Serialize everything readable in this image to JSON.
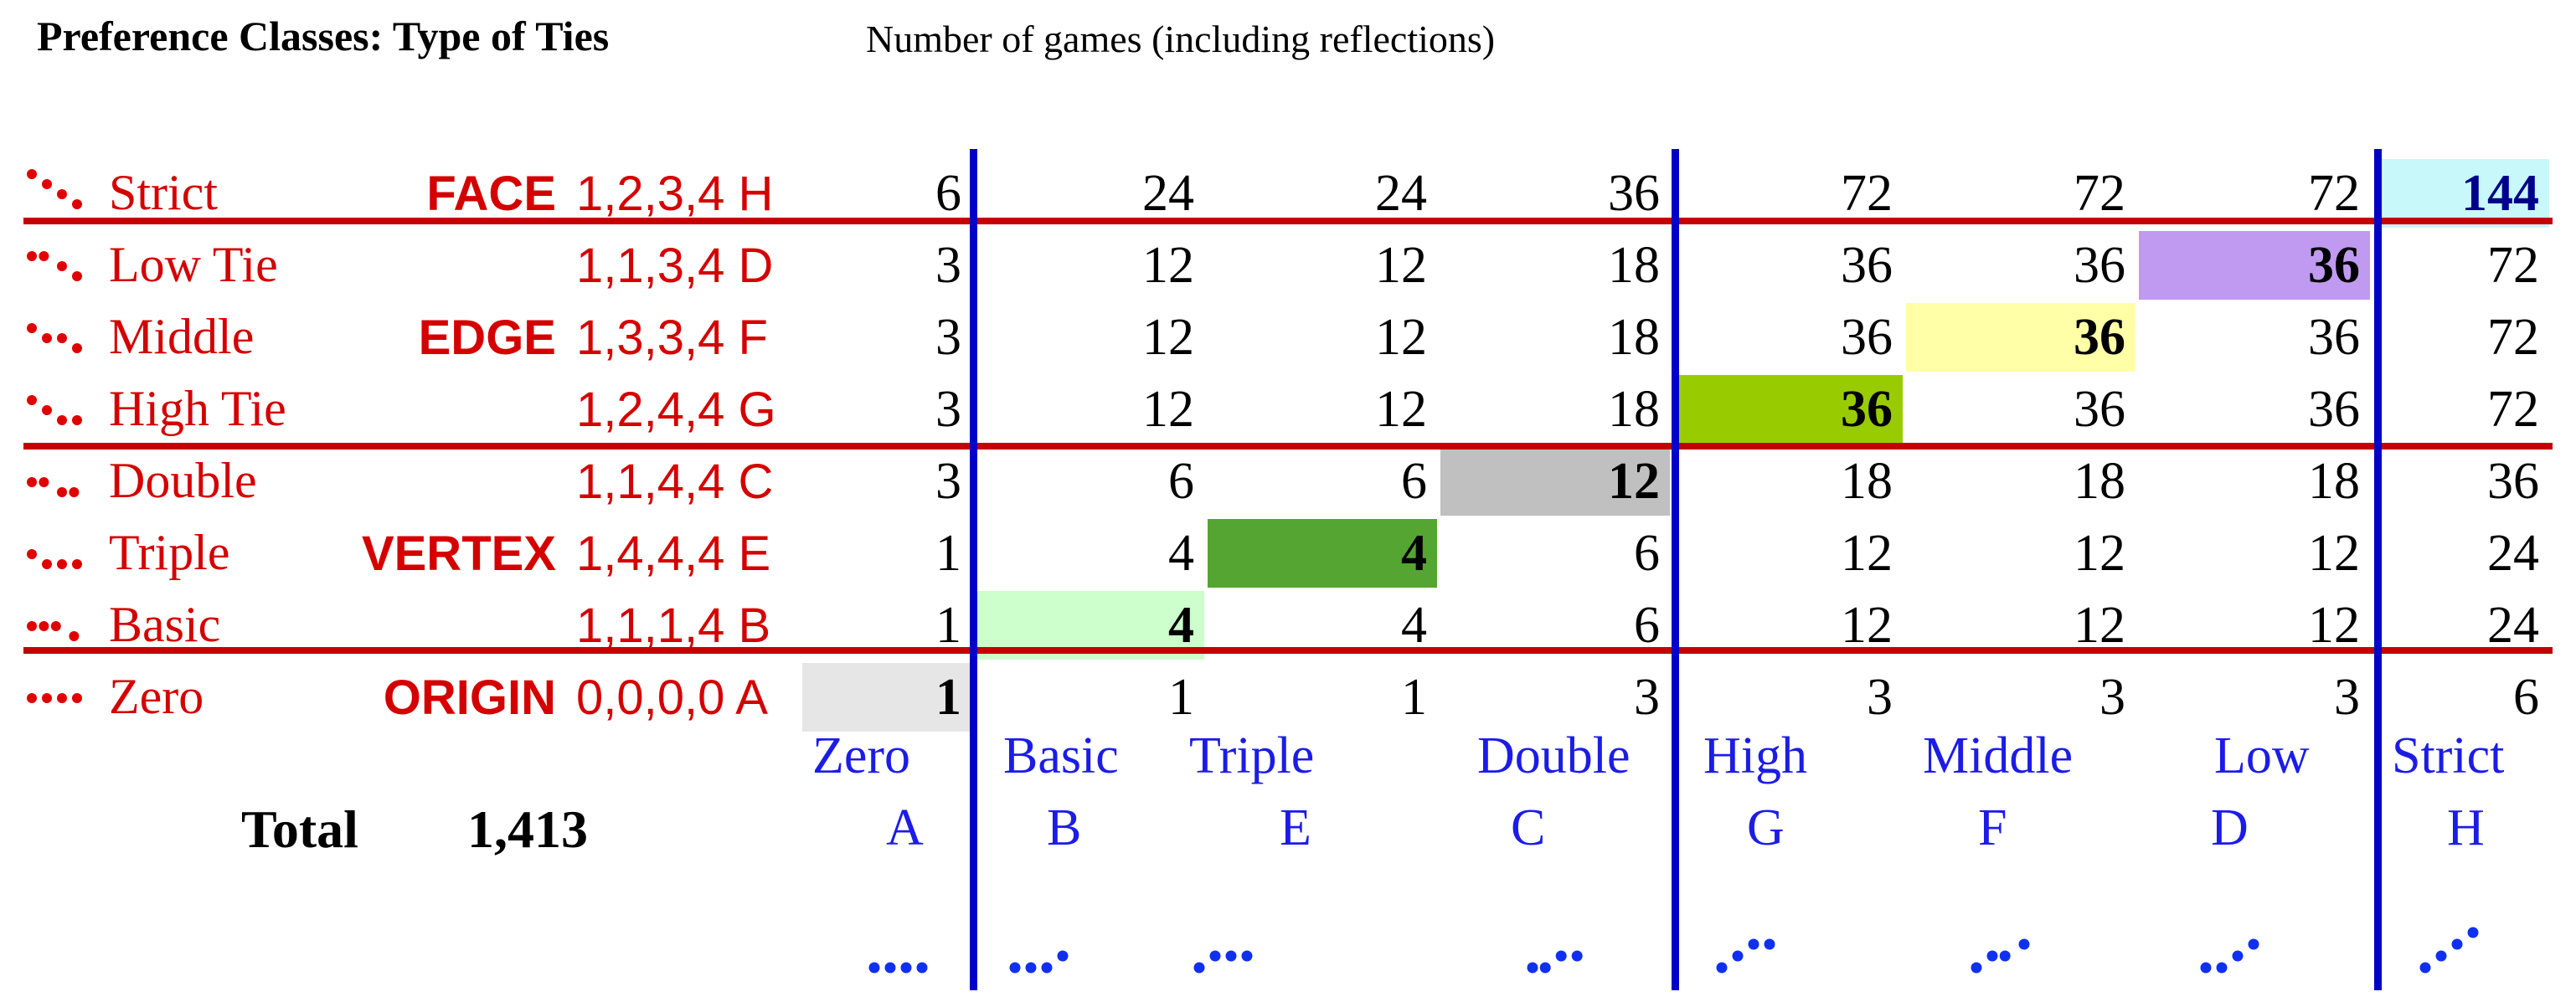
{
  "header": {
    "title": "Preference Classes: Type of Ties",
    "subtitle": "Number of games (including reflections)"
  },
  "colors": {
    "red": "#d40000",
    "blue": "#0000c8",
    "label_blue": "#1c1ce6"
  },
  "rows": [
    {
      "name": "Strict",
      "class": "FACE",
      "code": "1,2,3,4 H"
    },
    {
      "name": "Low Tie",
      "class": "",
      "code": "1,1,3,4 D"
    },
    {
      "name": "Middle",
      "class": "EDGE",
      "code": "1,3,3,4 F"
    },
    {
      "name": "High Tie",
      "class": "",
      "code": "1,2,4,4 G"
    },
    {
      "name": "Double",
      "class": "",
      "code": "1,1,4,4 C"
    },
    {
      "name": "Triple",
      "class": "VERTEX",
      "code": "1,4,4,4 E"
    },
    {
      "name": "Basic",
      "class": "",
      "code": "1,1,1,4 B"
    },
    {
      "name": "Zero",
      "class": "ORIGIN",
      "code": "0,0,0,0 A"
    }
  ],
  "values": [
    [
      "6",
      "24",
      "24",
      "36",
      "72",
      "72",
      "72",
      "144"
    ],
    [
      "3",
      "12",
      "12",
      "18",
      "36",
      "36",
      "36",
      "72"
    ],
    [
      "3",
      "12",
      "12",
      "18",
      "36",
      "36",
      "36",
      "72"
    ],
    [
      "3",
      "12",
      "12",
      "18",
      "36",
      "36",
      "36",
      "72"
    ],
    [
      "3",
      "6",
      "6",
      "12",
      "18",
      "18",
      "18",
      "36"
    ],
    [
      "1",
      "4",
      "4",
      "6",
      "12",
      "12",
      "12",
      "24"
    ],
    [
      "1",
      "4",
      "4",
      "6",
      "12",
      "12",
      "12",
      "24"
    ],
    [
      "1",
      "1",
      "1",
      "3",
      "3",
      "3",
      "3",
      "6"
    ]
  ],
  "highlights": [
    {
      "row": 0,
      "col": 7,
      "color": "#c8f8fa",
      "text_color": "#00008b"
    },
    {
      "row": 1,
      "col": 6,
      "color": "#c09af0",
      "text_color": "#000000"
    },
    {
      "row": 2,
      "col": 5,
      "color": "#ffffa8",
      "text_color": "#000000"
    },
    {
      "row": 3,
      "col": 4,
      "color": "#99cc00",
      "text_color": "#000000"
    },
    {
      "row": 4,
      "col": 3,
      "color": "#c0c0c0",
      "text_color": "#000000"
    },
    {
      "row": 5,
      "col": 2,
      "color": "#55a532",
      "text_color": "#000000"
    },
    {
      "row": 6,
      "col": 1,
      "color": "#ccffcc",
      "text_color": "#000000"
    },
    {
      "row": 7,
      "col": 0,
      "color": "#e6e6e6",
      "text_color": "#000000"
    }
  ],
  "column_labels": {
    "names": [
      "Zero",
      "Basic",
      "Triple",
      "Double",
      "High",
      "Middle",
      "Low",
      "Strict"
    ],
    "letters": [
      "A",
      "B",
      "E",
      "C",
      "G",
      "F",
      "D",
      "H"
    ]
  },
  "total": {
    "label": "Total",
    "value": "1,413"
  }
}
